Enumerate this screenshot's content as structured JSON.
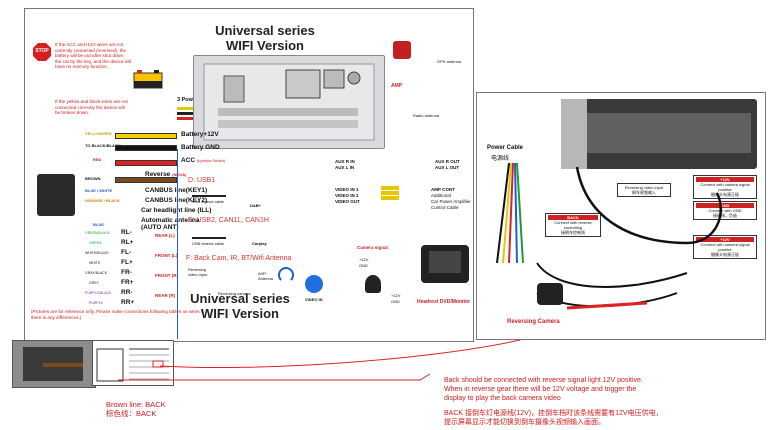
{
  "left_panel": {
    "title_line1": "Universal series",
    "title_line2": "WIFI Version",
    "bottom_title_line1": "Universal series",
    "bottom_title_line2": "WIFI Version",
    "stop_label": "STOP",
    "acc_warning": "If the ACC and+12V wires are not correctly connected (reversed), the battery will be out after shut down the car by the key, and the device will have no memory function.",
    "pb_warning": "If the yellow and black wires are not connected correctly the device will be broken down.",
    "power_cables_note": "3 Power cables(important)",
    "wire_labels": {
      "yellow_red": "YELLOW/RED",
      "black": "TO BLACK/BLACK",
      "red": "RED",
      "brown": "BROWN",
      "blue_white": "BLUE / WHITE",
      "orange_black": "ORANGE / BLACK",
      "blue": "BLUE",
      "green_black": "GREEN/BLACK",
      "green": "GREEN",
      "white_black": "WHITE/BLACK",
      "white": "WHITE",
      "gray_black": "GRAY/BLACK",
      "gray": "GREY",
      "purple_black": "PURPLE/BLACK",
      "purple": "PURPLE"
    },
    "functions": {
      "battery": "Battery+12V",
      "battery_gnd": "Battery GND",
      "acc": "ACC",
      "acc_note": "(Ignition Switch)",
      "reverse": "Reverse",
      "reverse_note": "(NEGA)",
      "canbus1": "CANBUS line(KEY1)",
      "canbus2": "CANBUS line(KEY2)",
      "headlight": "Car headlight line",
      "headlight_note": "(ILL)",
      "antenna": "Automatic antenna",
      "antenna2": "(AUTO ANT)"
    },
    "speakers": [
      {
        "minus": "RL-",
        "plus": "RL+",
        "name": "REAR",
        "side": "(L)"
      },
      {
        "minus": "FL-",
        "plus": "FL+",
        "name": "FRONT",
        "side": "(L)"
      },
      {
        "minus": "FR-",
        "plus": "FR+",
        "name": "FRONT",
        "side": "(R)"
      },
      {
        "minus": "RR-",
        "plus": "RR+",
        "name": "REAR",
        "side": "(R)"
      }
    ],
    "disclaimer": "(Pictures are for reference only. Please make connections following tables on wires if there is any differences.)",
    "usb_section": {
      "d_label": "D: USB1",
      "d_cable": "USB extend cable",
      "d_dab": "DAB+",
      "e_label": "E: USB2, CAN1L, CAN1H",
      "e_cable": "USB extend cable",
      "e_carplay": "Carplay",
      "f_label": "F: Back Cam, IR, BT/Wifi Antenna",
      "reversing_input": "Reversing video input",
      "reversing_camera": "Reversing camera",
      "wifi_antenna": "WIFI Antenna",
      "video_in": "VIDEO IN"
    },
    "av_section": {
      "aux_r_in": "AUX R IN",
      "aux_l_in": "AUX L IN",
      "aux_r_out": "AUX R OUT",
      "aux_l_out": "AUX L OUT",
      "amp_cont": "AMP CONT",
      "additional": "Additional",
      "amp_line2": "Car Power Amplifier",
      "amp_line3": "Control Cable",
      "video_in1": "VIDEO IN 1",
      "video_in2": "VIDEO IN 2",
      "video_out": "VIDEO OUT",
      "camera_signal": "Camera signal",
      "plus12v": "+12V",
      "gnd": "GND",
      "plus12v_b": "+12V",
      "gnd_b": "GND",
      "headrest": "Headrest DVD/Monitor",
      "gps": "GPS antenna",
      "radio": "Radio antenna",
      "amp": "AMP"
    }
  },
  "right_panel": {
    "power_cable_en": "Power Cable",
    "power_cable_cn": "电源线",
    "reversing_camera": "Reversing Camera",
    "tag_video": "Reversing video input",
    "tag_video_cn": "倒车视频输入",
    "tag_12v": "+12V",
    "tag_12v_text": "Connect with camera signal positive",
    "tag_12v_cn": "摄像头电源正极",
    "tag_gnd": "GND",
    "tag_gnd_text": "Connect with GND",
    "tag_gnd_cn": "接地线，负极",
    "tag_back": "BACK",
    "tag_back_text": "Connect with reverse controlling",
    "tag_back_cn": "接倒车控制线",
    "tag_12v_b": "+12V",
    "tag_12v_b_text": "Connect with camera signal positive",
    "tag_12v_b_cn": "摄像头电源正极"
  },
  "bottom": {
    "brown_en": "Brown line: BACK",
    "brown_cn": "棕色线：BACK",
    "note_en_1": "Back should be connected with reverse signal light 12V positive.",
    "note_en_2": "When in reverse gear there will be 12V voltage and trigger the",
    "note_en_3": "display to play the back camera video",
    "note_cn_1": "BACK 接倒车灯电源线(12V)，挂倒车档时该条线需要有12V电压供电，",
    "note_cn_2": "提示屏幕显示才能切换到倒车摄像头视频输入画面。"
  },
  "colors": {
    "accent_red": "#d21a1a",
    "stop_red": "#d42020",
    "yellow": "#e6c800",
    "blue": "#1f5fd1",
    "green": "#1d9b3a"
  }
}
